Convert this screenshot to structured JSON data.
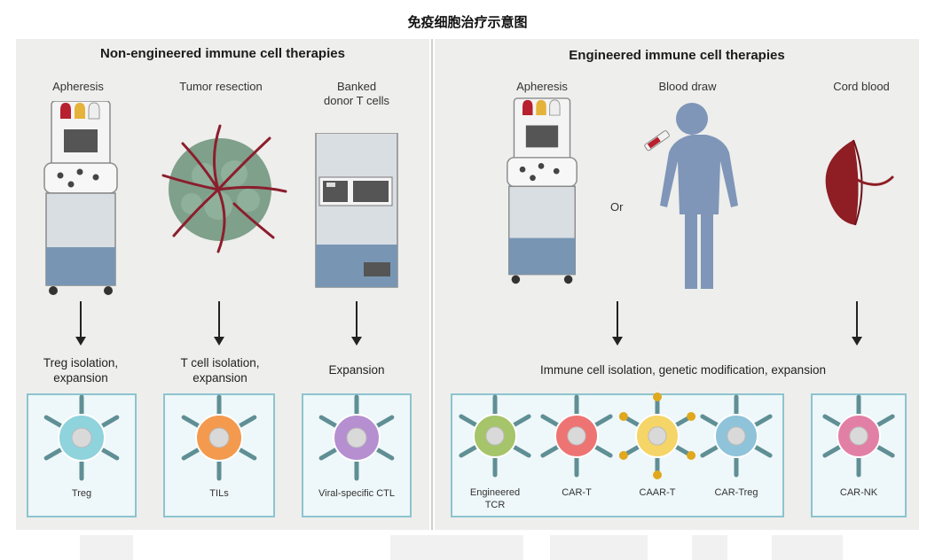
{
  "title": "免疫细胞治疗示意图",
  "left_panel": {
    "heading": "Non-engineered immune cell therapies",
    "columns": [
      {
        "source": "Apheresis",
        "step": "Treg isolation,\nexpansion",
        "cell": "Treg"
      },
      {
        "source": "Tumor resection",
        "step": "T cell isolation,\nexpansion",
        "cell": "TILs"
      },
      {
        "source": "Banked\ndonor T cells",
        "step": "Expansion",
        "cell": "Viral-specific CTL"
      }
    ]
  },
  "right_panel": {
    "heading": "Engineered immune cell therapies",
    "sources": [
      "Apheresis",
      "Blood draw",
      "Cord blood"
    ],
    "or_label": "Or",
    "step": "Immune cell isolation, genetic modification, expansion",
    "cells": [
      "Engineered\nTCR",
      "CAR-T",
      "CAAR-T",
      "CAR-Treg",
      "CAR-NK"
    ]
  },
  "colors": {
    "treg": "#8fd3dc",
    "tils": "#f39a4e",
    "ctl": "#b58fd0",
    "tcr": "#a6c46a",
    "car_t": "#ee7373",
    "caar_t": "#f5d567",
    "car_treg": "#8ec3da",
    "car_nk": "#e27fa5",
    "box_border": "#8cc4cf",
    "machine": "#c8d3de",
    "tumor": "#7fa08a",
    "vessel": "#8b1e2d",
    "silhouette": "#7f96b8",
    "cord_blood": "#8e1d24"
  }
}
